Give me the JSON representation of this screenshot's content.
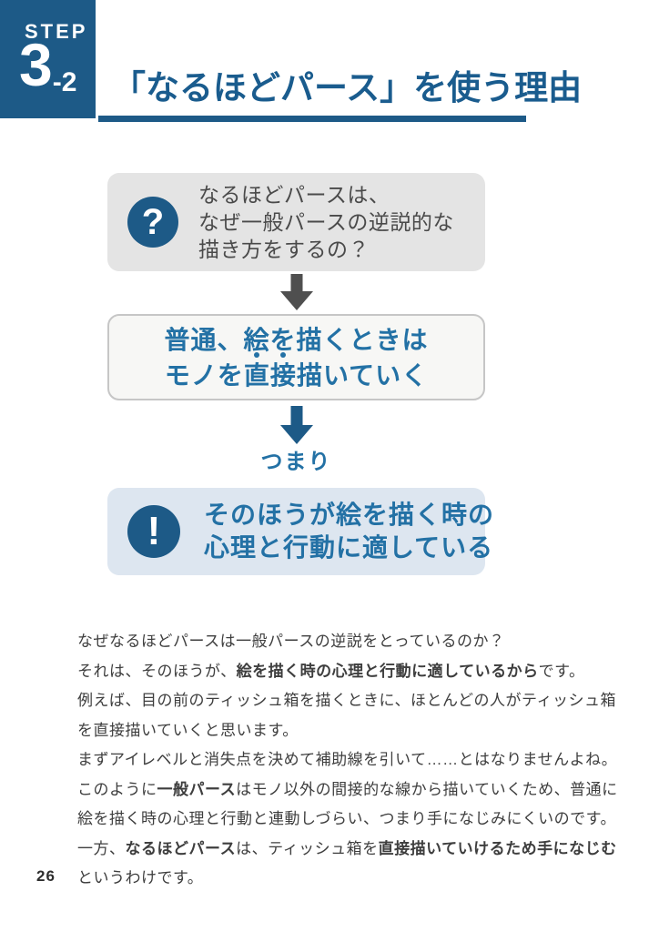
{
  "header": {
    "step_label": "STEP",
    "step_number": "3",
    "step_sub": "-2",
    "title": "「なるほどパース」を使う理由"
  },
  "flowchart": {
    "question_box": {
      "icon_glyph": "?",
      "lines": [
        "なるほどパースは、",
        "なぜ一般パースの逆説的な",
        "描き方をするの？"
      ]
    },
    "middle_box": {
      "line1": "普通、絵を描くときは",
      "line2_segments": [
        {
          "text": "モノを"
        },
        {
          "text": "直接",
          "emphasis": true
        },
        {
          "text": "描いていく"
        }
      ]
    },
    "connector_label": "つまり",
    "answer_box": {
      "icon_glyph": "!",
      "lines": [
        "そのほうが絵を描く時の",
        "心理と行動に適している"
      ]
    }
  },
  "body": {
    "lines": [
      [
        {
          "text": "なぜなるほどパースは一般パースの逆説をとっているのか？"
        }
      ],
      [
        {
          "text": "それは、そのほうが、"
        },
        {
          "text": "絵を描く時の心理と行動に適しているから",
          "bold": true
        },
        {
          "text": "です。"
        }
      ],
      [
        {
          "text": "例えば、目の前のティッシュ箱を描くときに、ほとんどの人がティッシュ箱"
        }
      ],
      [
        {
          "text": "を直接描いていくと思います。"
        }
      ],
      [
        {
          "text": "まずアイレベルと消失点を決めて補助線を引いて……とはなりませんよね。"
        }
      ],
      [
        {
          "text": "このように"
        },
        {
          "text": "一般パース",
          "bold": true
        },
        {
          "text": "はモノ以外の間接的な線から描いていくため、普通に"
        }
      ],
      [
        {
          "text": "絵を描く時の心理と行動と連動しづらい、つまり手になじみにくいのです。"
        }
      ],
      [
        {
          "text": "一方、"
        },
        {
          "text": "なるほどパース",
          "bold": true
        },
        {
          "text": "は、ティッシュ箱を"
        },
        {
          "text": "直接描いていけるため手になじむ",
          "bold": true
        }
      ],
      [
        {
          "text": "というわけです。"
        }
      ]
    ]
  },
  "footer": {
    "page_number": "26"
  },
  "colors": {
    "dark_blue": "#1d5a87",
    "title_blue": "#1a5c8e",
    "text_blue": "#2371a5",
    "box_gray": "#e4e4e4",
    "box2_bg": "#f7f7f5",
    "box2_border": "#c6c6c6",
    "box_light_blue": "#dde6f0",
    "arrow_dark": "#4f4f4f",
    "body_text": "#3e3e3e",
    "question_text": "#4a4a4a"
  }
}
